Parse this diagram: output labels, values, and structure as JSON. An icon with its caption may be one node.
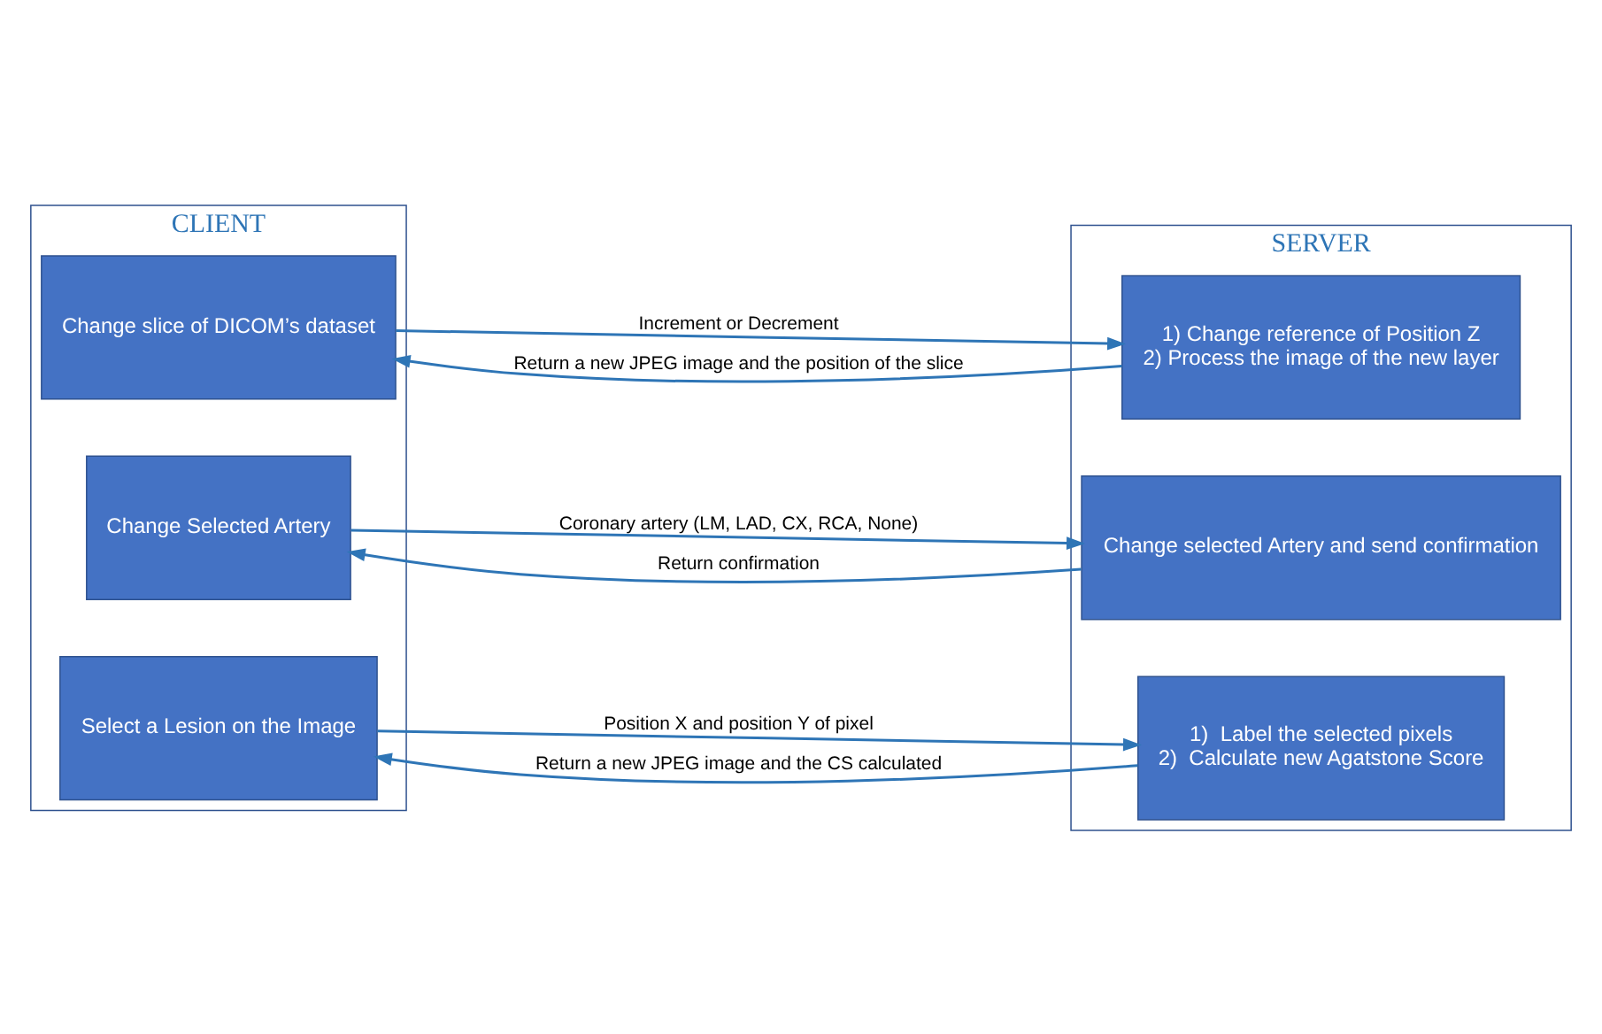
{
  "diagram": {
    "nodes": [
      {
        "text": [
          "CLIENT"
        ]
      },
      {
        "text": [
          "Change slice of DICOM’s dataset"
        ],
        "in": 0
      },
      {
        "text": [
          "Change Selected Artery"
        ],
        "in": 0
      },
      {
        "text": [
          "Select a Lesion on the Image"
        ],
        "in": 0
      },
      {
        "text": [
          "SERVER"
        ]
      },
      {
        "text": [
          "1) Change reference of Position Z",
          "2) Process the image of the new layer"
        ],
        "in": 4
      },
      {
        "text": [
          "Change selected Artery and send confirmation"
        ],
        "in": 4
      },
      {
        "text": [
          "1)  Label the selected pixels",
          "2)  Calculate new Agatstone Score"
        ],
        "in": 4
      }
    ],
    "edges": [
      {
        "from": 1,
        "to": 5,
        "arrow": "to",
        "label": "Increment or Decrement"
      },
      {
        "from": 5,
        "to": 1,
        "arrow": "to",
        "label": "Return a new JPEG image and the position of the slice"
      },
      {
        "from": 2,
        "to": 6,
        "arrow": "to",
        "label": "Coronary artery (LM, LAD, CX, RCA, None)"
      },
      {
        "from": 6,
        "to": 2,
        "arrow": "to",
        "label": "Return confirmation"
      },
      {
        "from": 3,
        "to": 7,
        "arrow": "to",
        "label": "Position X and position Y of pixel"
      },
      {
        "from": 7,
        "to": 3,
        "arrow": "to",
        "label": "Return a new JPEG image and the CS calculated"
      }
    ]
  }
}
